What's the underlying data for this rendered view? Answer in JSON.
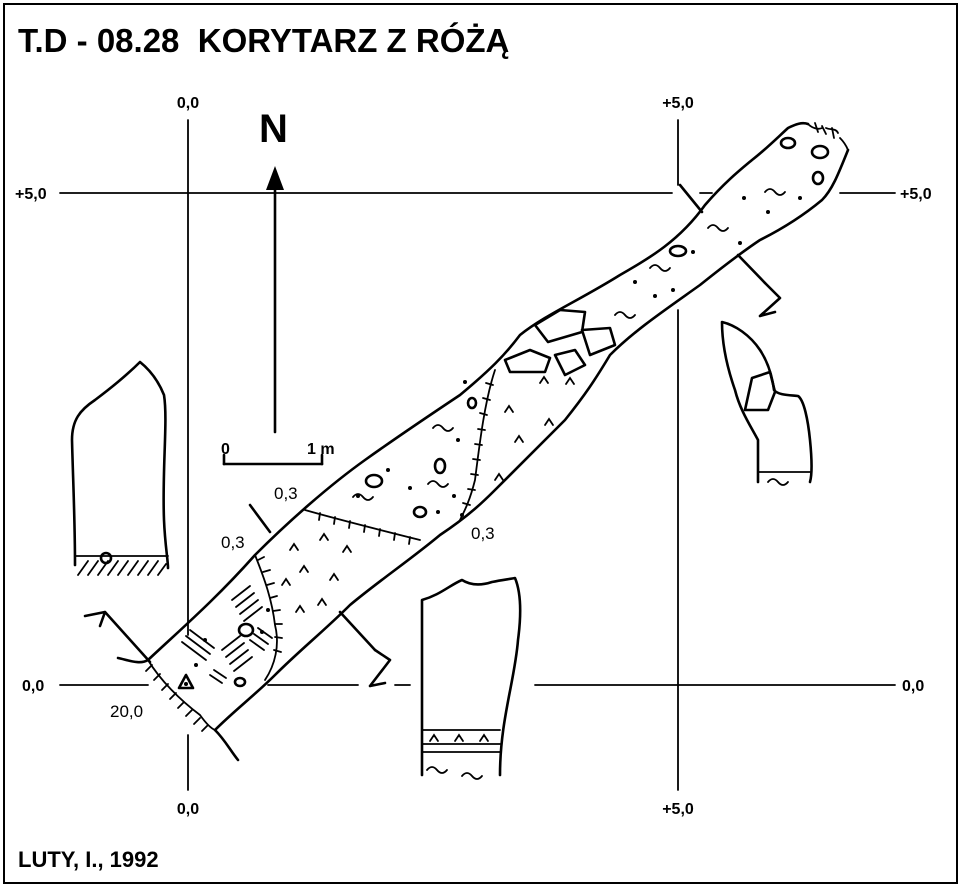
{
  "title": "T.D - 08.28  KORYTARZ Z RÓŻĄ",
  "author": "LUTY, I., 1992",
  "grid": {
    "top_left": "0,0",
    "top_right": "+5,0",
    "left_upper": "+5,0",
    "right_upper": "+5,0",
    "left_lower": "0,0",
    "right_lower": "0,0",
    "bottom_left": "0,0",
    "bottom_right": "+5,0"
  },
  "north_label": "N",
  "scale": {
    "zero": "0",
    "one": "1 m"
  },
  "depth_labels": [
    "0,3",
    "0,3",
    "0,3",
    "20,0"
  ]
}
